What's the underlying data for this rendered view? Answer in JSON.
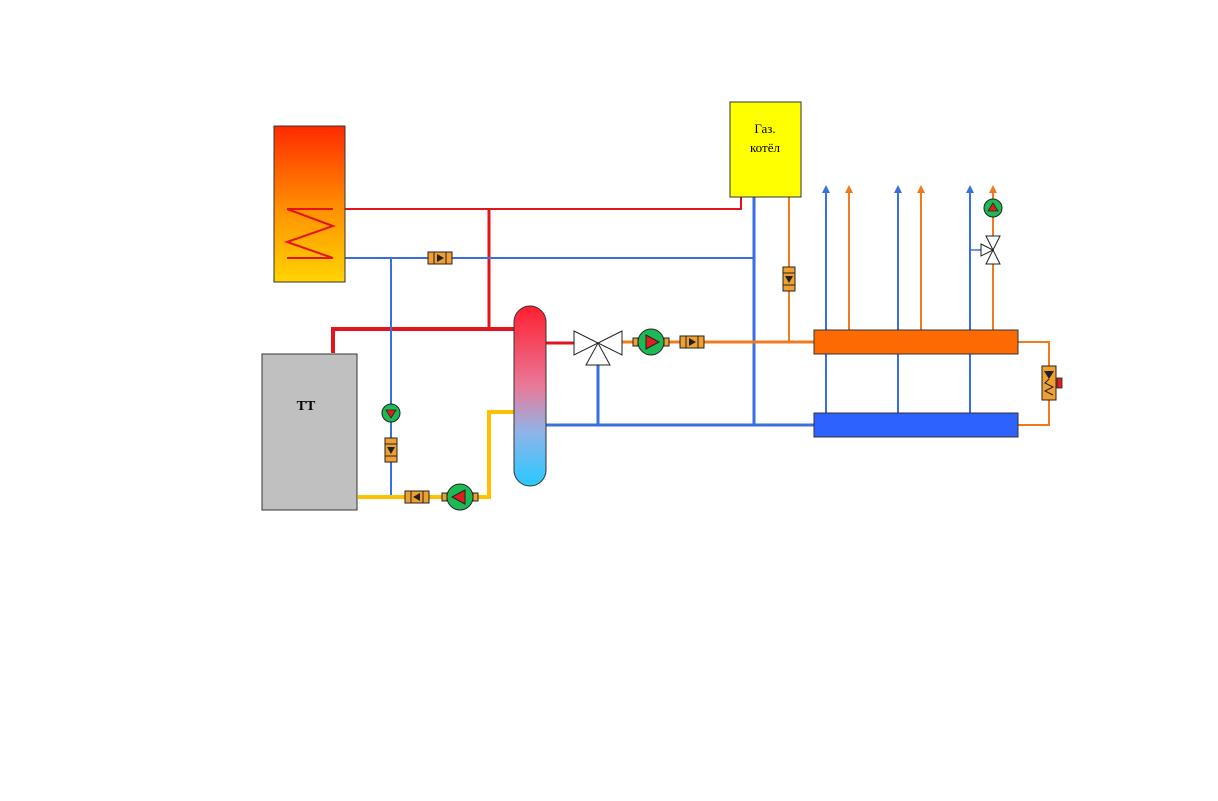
{
  "labels": {
    "solid_fuel_boiler": "ТТ",
    "gas_boiler_line1": "Газ.",
    "gas_boiler_line2": "котёл"
  },
  "colors": {
    "supply_red": "#e3141b",
    "return_blue": "#3a6fe0",
    "orange_pipe": "#f07a1e",
    "yellow_pipe": "#ffc000",
    "gas_boiler_fill": "#ffff00",
    "solid_boiler_fill": "#c0c0c0",
    "supply_manifold": "#fd6a02",
    "return_manifold": "#2e62ff",
    "pump_green": "#1db954",
    "valve_body": "#f0a030"
  },
  "components": [
    {
      "name": "dhw-tank-icon",
      "type": "indirect-water-heater"
    },
    {
      "name": "solid-fuel-boiler",
      "type": "boiler"
    },
    {
      "name": "gas-boiler",
      "type": "boiler"
    },
    {
      "name": "hydraulic-separator-icon",
      "type": "hydraulic-separator"
    },
    {
      "name": "three-way-mixing-valve-icon",
      "type": "three-way-valve"
    },
    {
      "name": "supply-manifold",
      "type": "manifold"
    },
    {
      "name": "return-manifold",
      "type": "manifold"
    },
    {
      "name": "circulation-pump-icon",
      "type": "pump"
    },
    {
      "name": "check-valve-icon",
      "type": "check-valve"
    },
    {
      "name": "bypass-valve-icon",
      "type": "bypass-valve"
    }
  ]
}
